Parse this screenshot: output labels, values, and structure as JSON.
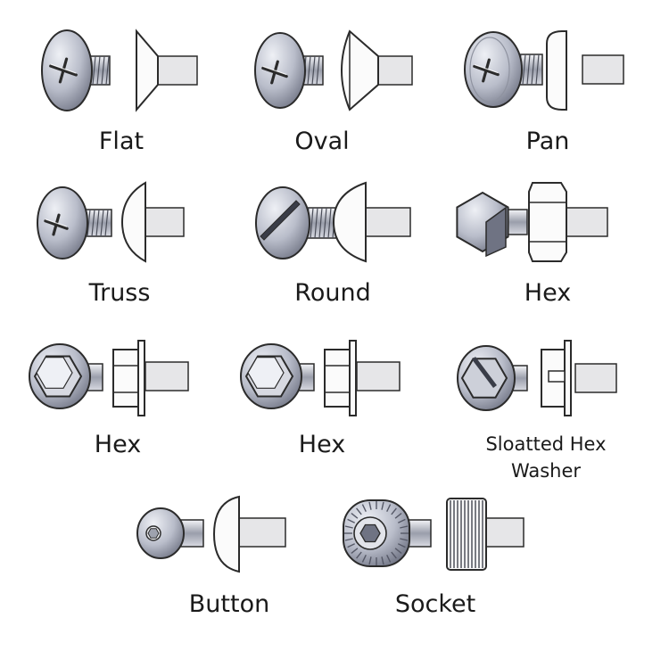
{
  "colors": {
    "outline": "#2b2b2b",
    "metal_light": "#eef0f5",
    "metal_mid": "#b9bdca",
    "metal_dark": "#6f7383",
    "shank": "#e6e6e8",
    "background": "#ffffff"
  },
  "heads": [
    {
      "id": "flat",
      "label": [
        "Flat"
      ],
      "icon": "flat-head-icon",
      "drive": "phillips",
      "profile": "flat"
    },
    {
      "id": "oval",
      "label": [
        "Oval"
      ],
      "icon": "oval-head-icon",
      "drive": "phillips",
      "profile": "oval"
    },
    {
      "id": "pan",
      "label": [
        "Pan"
      ],
      "icon": "pan-head-icon",
      "drive": "phillips",
      "profile": "pan"
    },
    {
      "id": "truss",
      "label": [
        "Truss"
      ],
      "icon": "truss-head-icon",
      "drive": "phillips",
      "profile": "truss"
    },
    {
      "id": "round",
      "label": [
        "Round"
      ],
      "icon": "round-head-icon",
      "drive": "slot",
      "profile": "round"
    },
    {
      "id": "hex",
      "label": [
        "Hex"
      ],
      "icon": "hex-head-icon",
      "drive": "hex",
      "profile": "hex"
    },
    {
      "id": "hex-flange",
      "label": [
        "Hex"
      ],
      "icon": "hex-washer-head-icon",
      "drive": "hex-flange",
      "profile": "hex-flange"
    },
    {
      "id": "hex-flange-2",
      "label": [
        "Hex"
      ],
      "icon": "hex-flange-head-icon",
      "drive": "hex-flange",
      "profile": "hex-flange"
    },
    {
      "id": "slotted-hex-washer",
      "label": [
        "Sloatted Hex",
        "Washer"
      ],
      "icon": "slotted-hex-washer-head-icon",
      "drive": "slot-hex",
      "profile": "slotted-hex"
    },
    {
      "id": "button",
      "label": [
        "Button"
      ],
      "icon": "button-head-icon",
      "drive": "socket",
      "profile": "button"
    },
    {
      "id": "socket",
      "label": [
        "Socket"
      ],
      "icon": "socket-head-icon",
      "drive": "socket-knurl",
      "profile": "socket"
    }
  ]
}
